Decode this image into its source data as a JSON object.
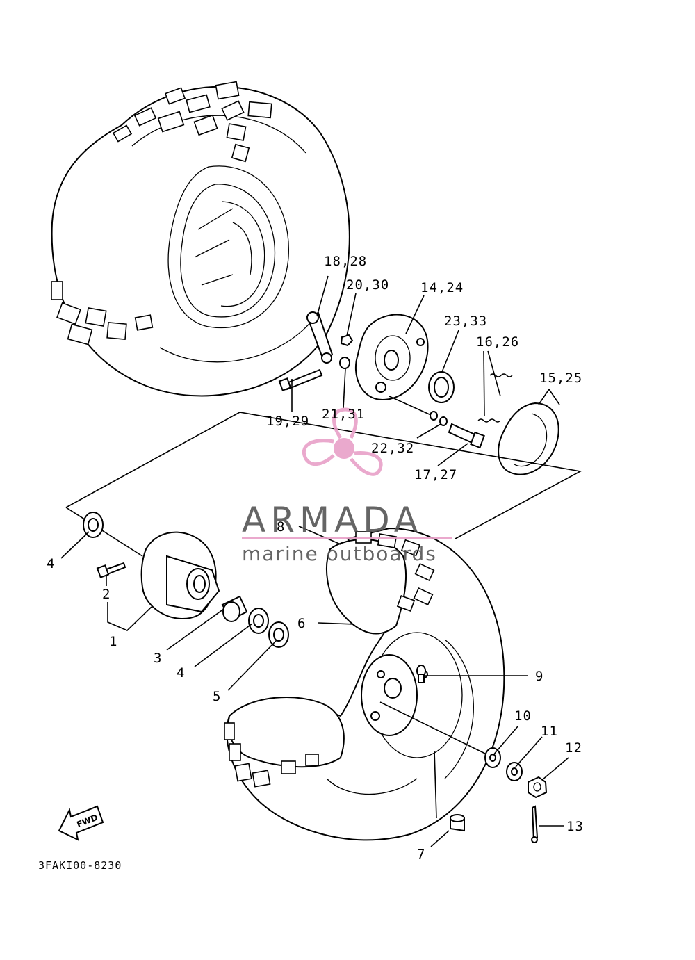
{
  "diagram": {
    "drawing_code": "3FAKI00-8230",
    "fwd_label": "FWD",
    "callouts": [
      {
        "id": "c1",
        "label": "1"
      },
      {
        "id": "c2",
        "label": "2"
      },
      {
        "id": "c3",
        "label": "3"
      },
      {
        "id": "c4a",
        "label": "4"
      },
      {
        "id": "c4b",
        "label": "4"
      },
      {
        "id": "c5",
        "label": "5"
      },
      {
        "id": "c6",
        "label": "6"
      },
      {
        "id": "c7",
        "label": "7"
      },
      {
        "id": "c8",
        "label": "8"
      },
      {
        "id": "c9",
        "label": "9"
      },
      {
        "id": "c10",
        "label": "10"
      },
      {
        "id": "c11",
        "label": "11"
      },
      {
        "id": "c12",
        "label": "12"
      },
      {
        "id": "c13",
        "label": "13"
      },
      {
        "id": "c14",
        "label": "14,24"
      },
      {
        "id": "c15",
        "label": "15,25"
      },
      {
        "id": "c16",
        "label": "16,26"
      },
      {
        "id": "c17",
        "label": "17,27"
      },
      {
        "id": "c18",
        "label": "18,28"
      },
      {
        "id": "c19",
        "label": "19,29"
      },
      {
        "id": "c20",
        "label": "20,30"
      },
      {
        "id": "c21",
        "label": "21,31"
      },
      {
        "id": "c22",
        "label": "22,32"
      },
      {
        "id": "c23",
        "label": "23,33"
      }
    ]
  },
  "watermark": {
    "brand": "ARMADA",
    "tagline": "marine outboards",
    "colors": {
      "text": "#555555",
      "accent": "#e8a0c8"
    }
  }
}
